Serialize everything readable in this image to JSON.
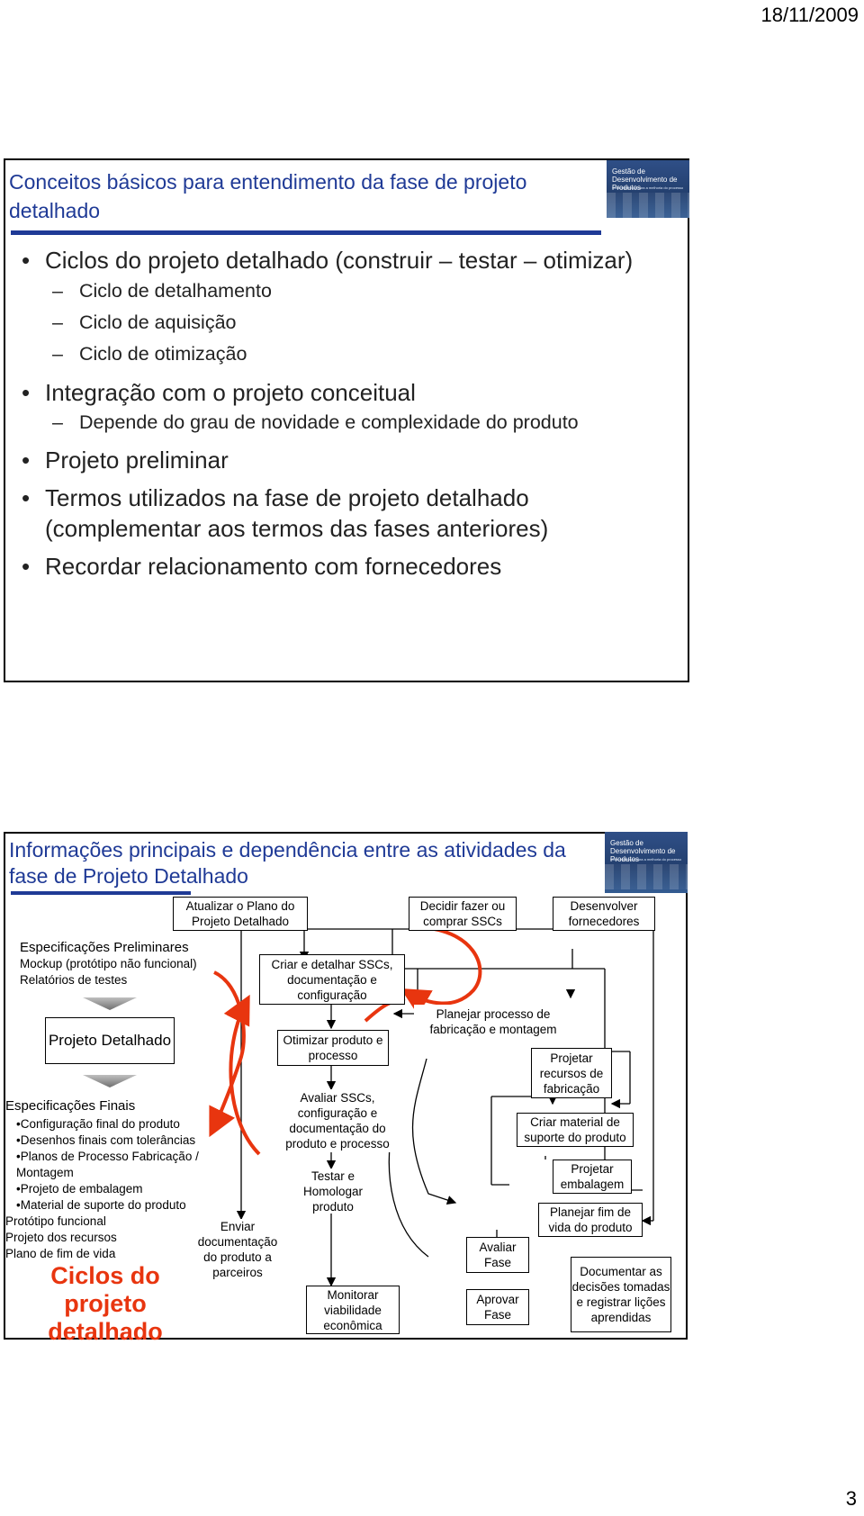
{
  "header": {
    "date": "18/11/2009"
  },
  "footer": {
    "page_number": "3"
  },
  "logo": {
    "line1": "Gestão de",
    "line2": "Desenvolvimento de Produtos",
    "tagline": "Uma referência para a melhoria do processo"
  },
  "slide1": {
    "title": "Conceitos básicos para entendimento da fase de projeto detalhado",
    "bullets": [
      {
        "text": "Ciclos do projeto detalhado (construir – testar – otimizar)",
        "sub": [
          "Ciclo de detalhamento",
          "Ciclo de aquisição",
          "Ciclo de otimização"
        ]
      },
      {
        "text": "Integração com o projeto conceitual",
        "sub": [
          "Depende do grau de novidade e complexidade do produto"
        ]
      },
      {
        "text": "Projeto preliminar",
        "sub": []
      },
      {
        "text": "Termos utilizados na fase de projeto detalhado (complementar aos termos das fases anteriores)",
        "sub": []
      },
      {
        "text": "Recordar relacionamento com fornecedores",
        "sub": []
      }
    ]
  },
  "slide2": {
    "title": "Informações principais e dependência entre as atividades da fase de Projeto Detalhado",
    "left_panel": {
      "heading1": "Especificações Preliminares",
      "line1": "Mockup (protótipo não funcional)",
      "line2": "Relatórios de testes",
      "center_box": "Projeto Detalhado",
      "heading2": "Especificações Finais",
      "items": [
        "•Configuração final do produto",
        "•Desenhos finais com tolerâncias",
        "•Planos de Processo Fabricação /",
        "Montagem",
        "•Projeto de embalagem",
        "•Material de suporte do produto"
      ],
      "extra": [
        "Protótipo funcional",
        "Projeto dos recursos",
        "Plano de fim de vida"
      ],
      "cycles_label": "Ciclos do projeto detalhado"
    },
    "boxes": {
      "atualizar": "Atualizar o Plano do Projeto Detalhado",
      "decidir": "Decidir fazer ou comprar SSCs",
      "desenvolver": "Desenvolver fornecedores",
      "criar_detalhar": "Criar e detalhar SSCs, documentação e configuração",
      "otimizar": "Otimizar produto e processo",
      "avaliar_sscs": "Avaliar SSCs, configuração e documentação do produto e processo",
      "testar": "Testar e Homologar produto",
      "monitorar": "Monitorar viabilidade econômica",
      "enviar": "Enviar documentação do produto a parceiros",
      "planejar_processo": "Planejar processo de fabricação e montagem",
      "projetar_recursos": "Projetar recursos de fabricação",
      "criar_material": "Criar material de suporte do produto",
      "projetar_embalagem": "Projetar embalagem",
      "planejar_fim": "Planejar fim de vida do produto",
      "avaliar_fase": "Avaliar Fase",
      "aprovar_fase": "Aprovar Fase",
      "documentar": "Documentar as decisões tomadas e registrar lições aprendidas"
    }
  }
}
